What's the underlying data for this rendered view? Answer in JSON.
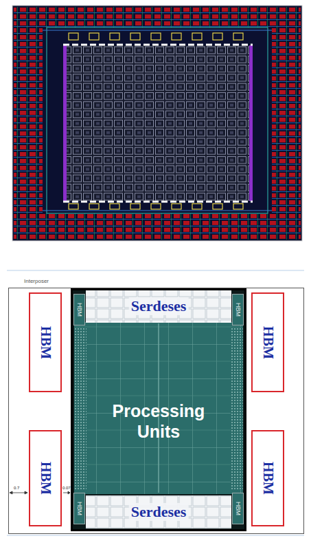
{
  "diagram": {
    "nodes": [
      {
        "text": [
          "Interposer"
        ]
      },
      {
        "text": [
          "HBM"
        ],
        "in": 0
      },
      {
        "text": [
          "Processing Units"
        ],
        "in": 0
      },
      {
        "text": [
          "Serdeses"
        ],
        "in": 2
      },
      {
        "text": [
          "HBM"
        ],
        "in": 2
      },
      {
        "text": [
          "HBM"
        ],
        "in": 2
      },
      {
        "text": [
          "HBM"
        ],
        "in": 2
      },
      {
        "text": [
          "HBM"
        ],
        "in": 2
      },
      {
        "text": [
          "Serdeses"
        ],
        "in": 2
      },
      {
        "text": [
          "HBM"
        ],
        "in": 0
      },
      {
        "text": [
          "HBM"
        ],
        "in": 0
      },
      {
        "text": [
          "HBM"
        ],
        "in": 0
      }
    ],
    "labels": [
      "0.7",
      "0.07"
    ]
  }
}
